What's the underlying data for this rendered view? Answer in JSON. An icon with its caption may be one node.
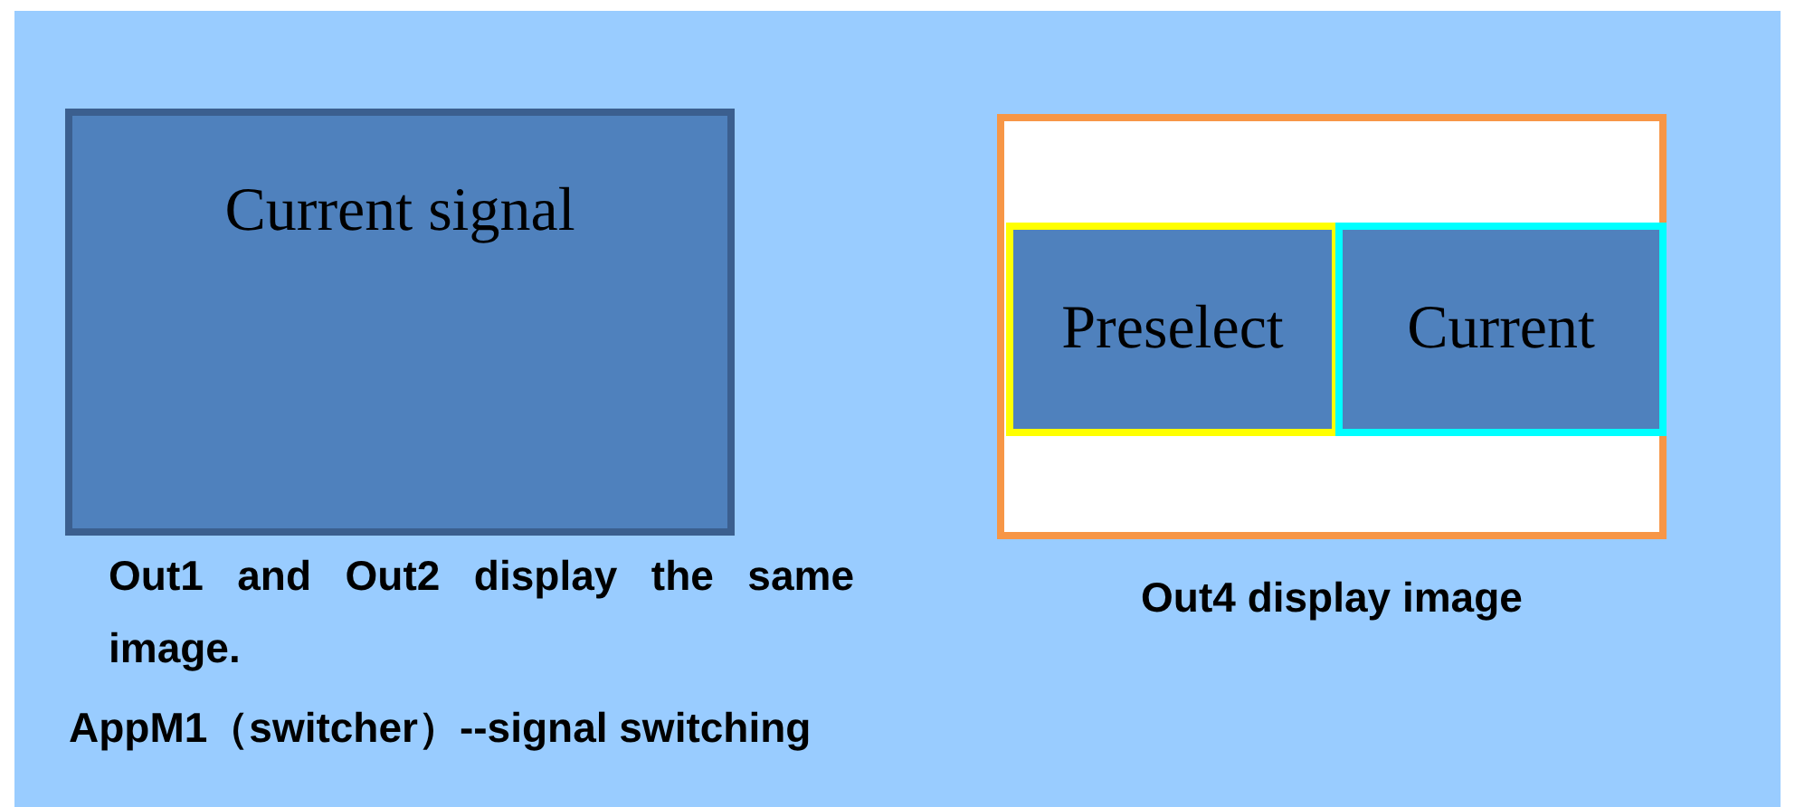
{
  "diagram": {
    "nodes": [
      {
        "text": [
          "Current signal"
        ],
        "beside": [
          "Out1 and Out2 display the same image."
        ]
      },
      {
        "text": [],
        "shape": "box",
        "beside": [
          "Out4 display image"
        ]
      },
      {
        "text": [
          "Preselect"
        ],
        "in": 1
      },
      {
        "text": [
          "Current"
        ],
        "in": 1
      }
    ],
    "labels": [
      "AppM1（switcher）--signal switching"
    ]
  }
}
